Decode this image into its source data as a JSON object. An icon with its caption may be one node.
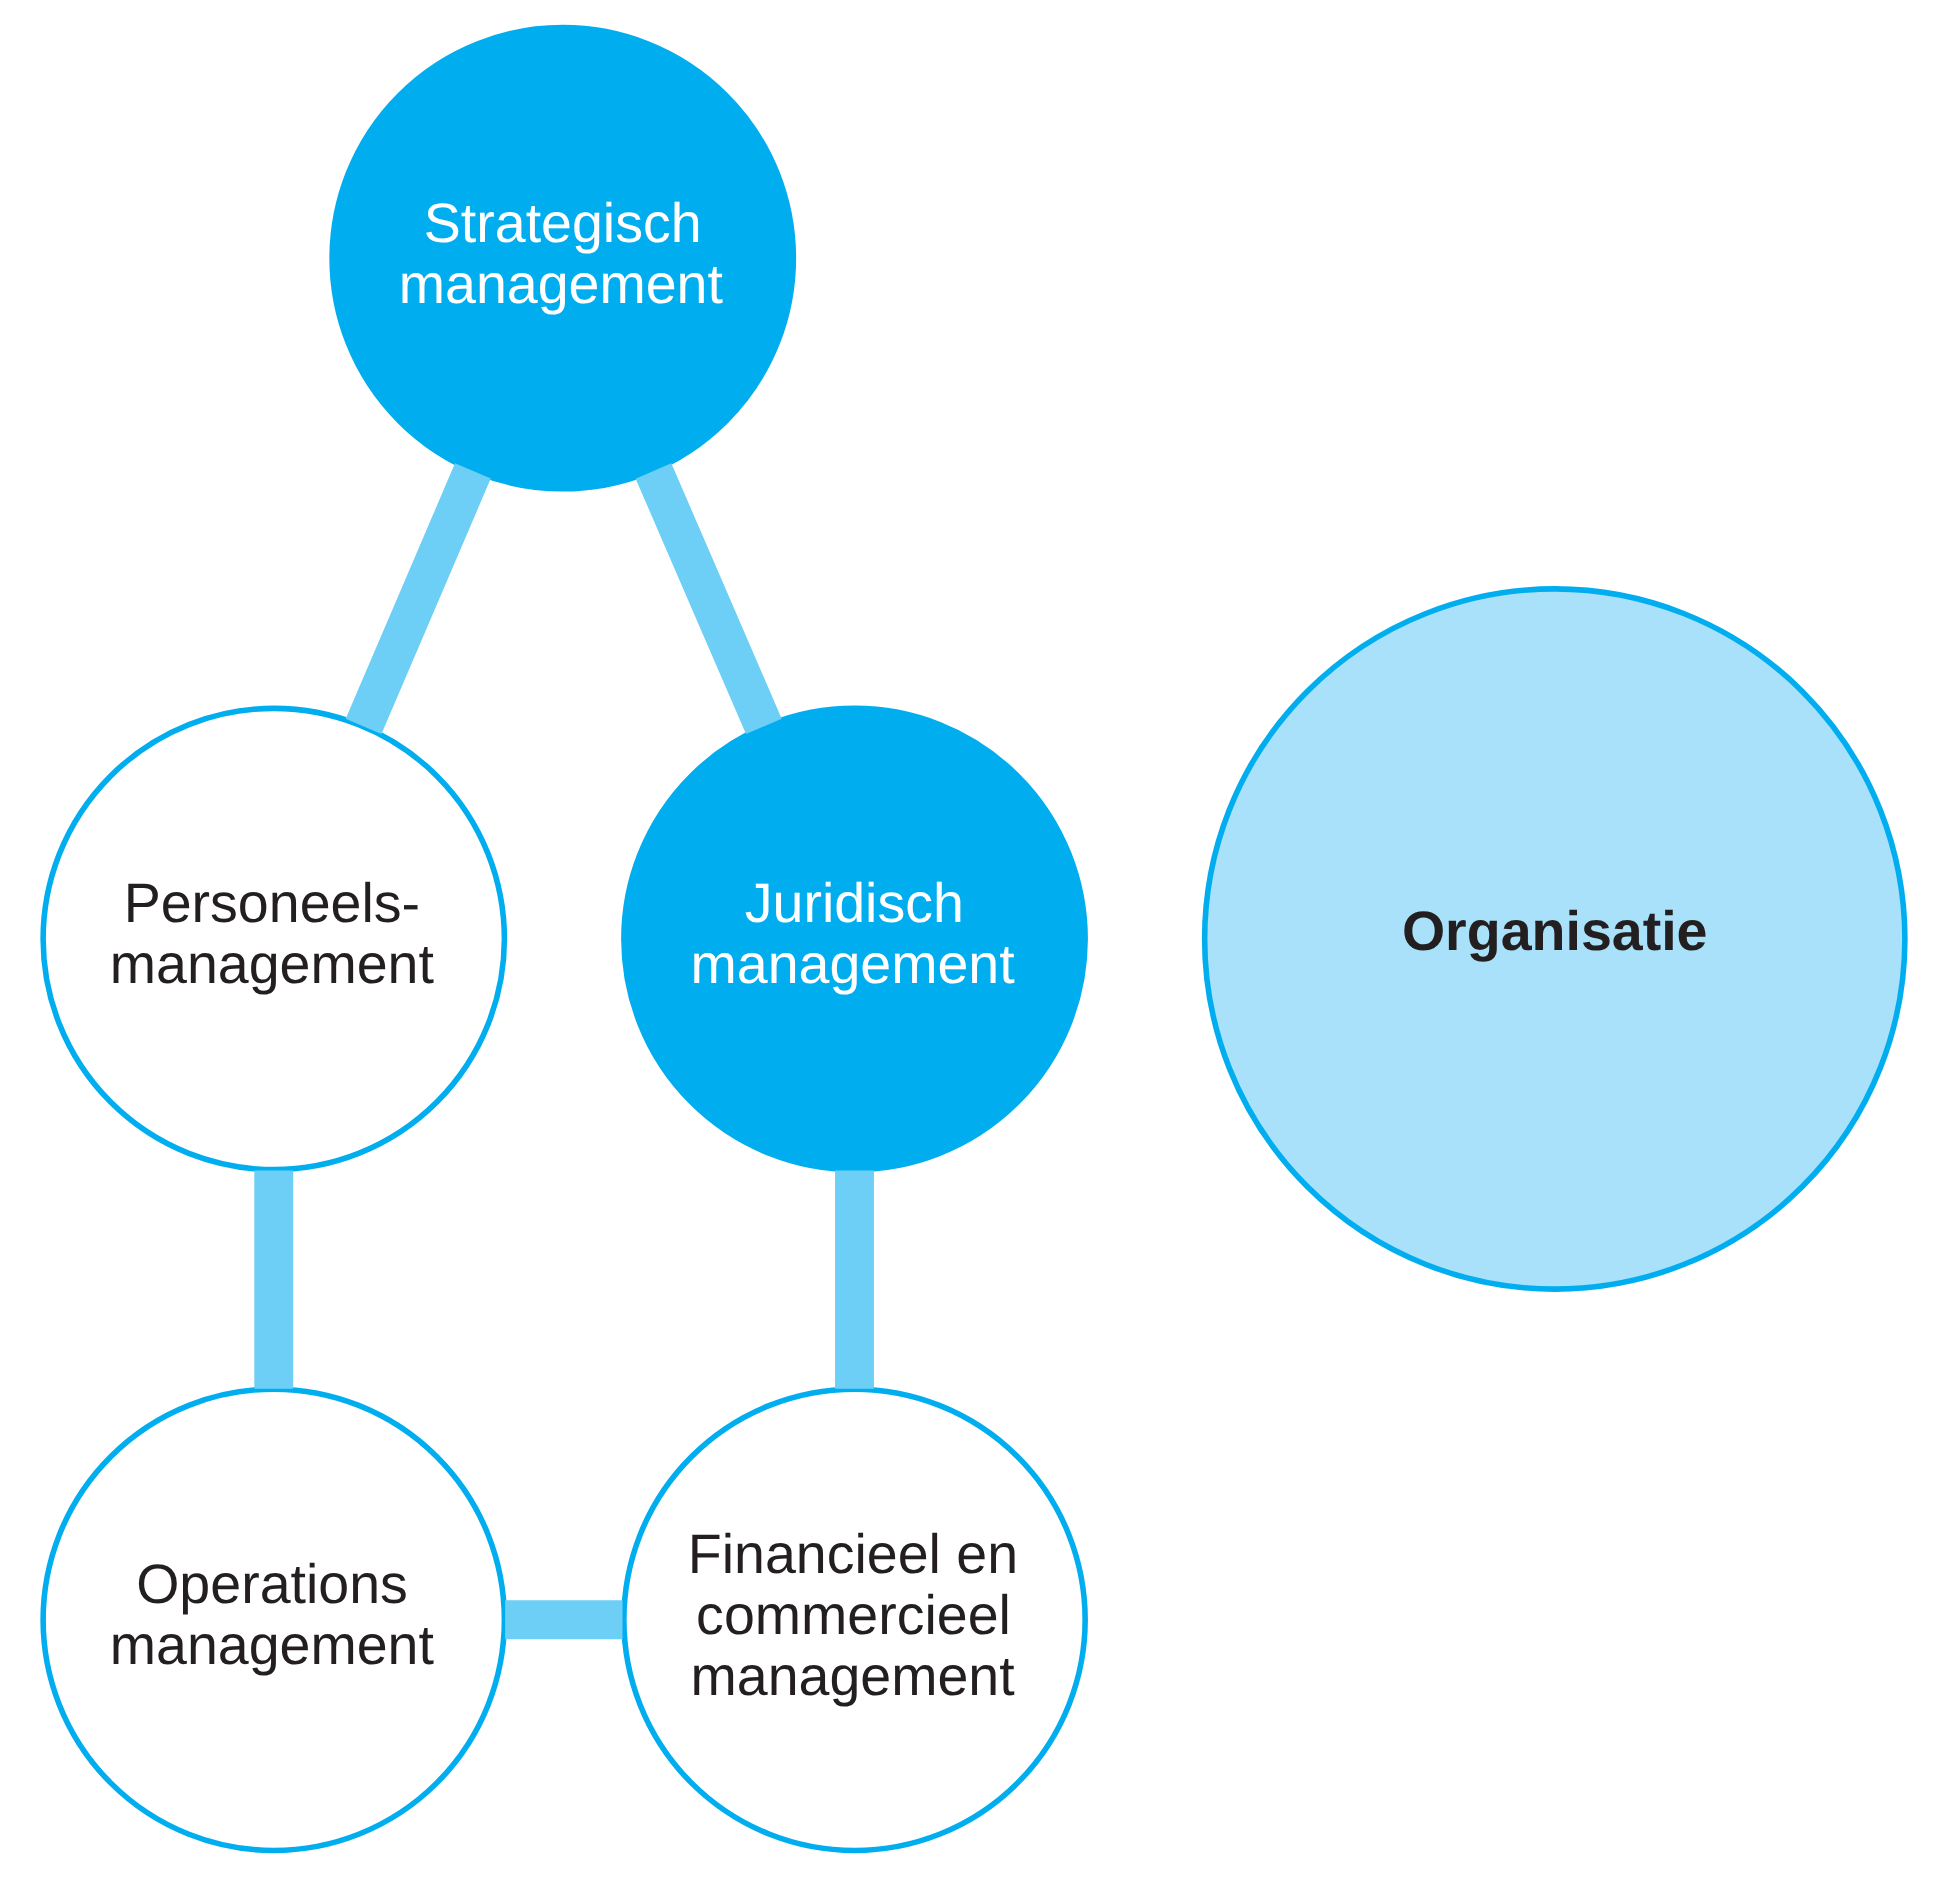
{
  "diagram": {
    "nodes": [
      {
        "text": [
          "Strategisch management"
        ]
      },
      {
        "text": [
          "Juridisch management"
        ]
      },
      {
        "text": [
          "Personeels- management"
        ]
      },
      {
        "text": [
          "Organisatie"
        ]
      },
      {
        "text": [
          "Financieel en commercieel management"
        ]
      },
      {
        "text": [
          "Operations management"
        ]
      }
    ],
    "edges": [
      {
        "from": 1,
        "to": 0,
        "arrow": "none"
      },
      {
        "from": 0,
        "to": 2,
        "arrow": "none"
      },
      {
        "from": 2,
        "to": 5,
        "arrow": "none"
      },
      {
        "from": 5,
        "to": 4,
        "arrow": "none"
      },
      {
        "from": 4,
        "to": 1,
        "arrow": "none"
      }
    ]
  }
}
